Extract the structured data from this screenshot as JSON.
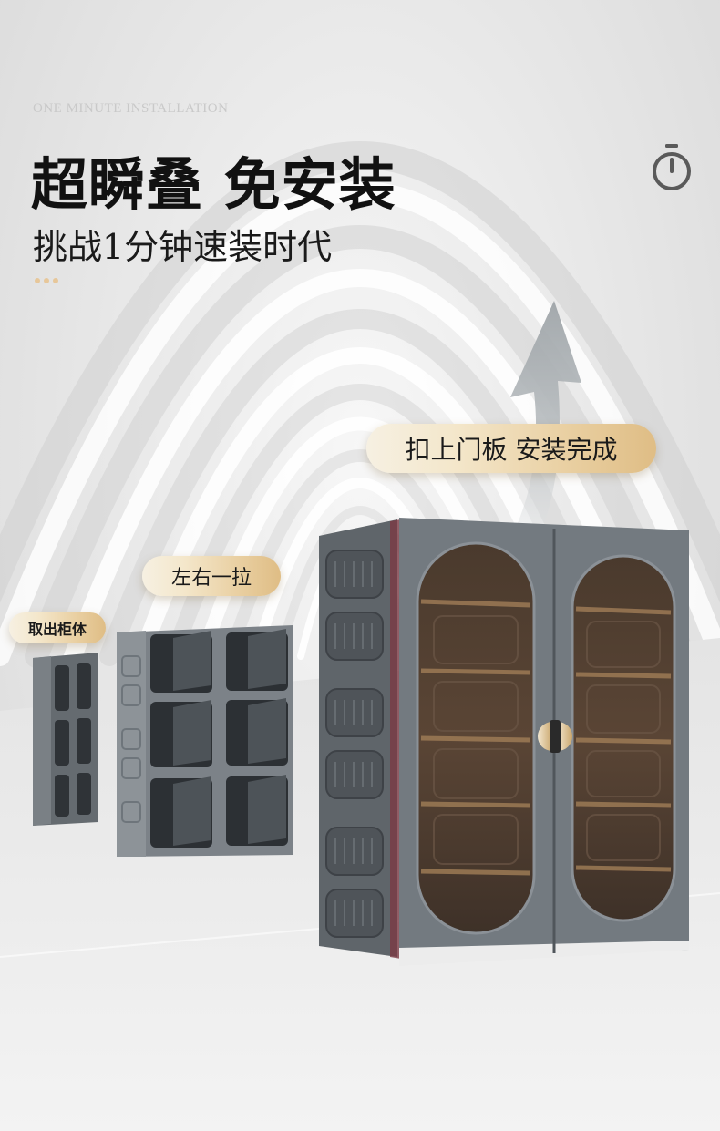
{
  "header": {
    "eyebrow": "ONE MINUTE INSTALLATION",
    "title": "超瞬叠 免安装",
    "subtitle": "挑战1分钟速装时代"
  },
  "steps": [
    {
      "label": "取出柜体"
    },
    {
      "label": "左右一拉"
    },
    {
      "label": "扣上门板 安装完成"
    }
  ],
  "icons": {
    "timer": "stopwatch-icon",
    "arrow": "curved-up-arrow-icon"
  },
  "colors": {
    "accent_gold": "#dfbd85",
    "cabinet_gray": "#6c7276",
    "text_dark": "#111111"
  }
}
